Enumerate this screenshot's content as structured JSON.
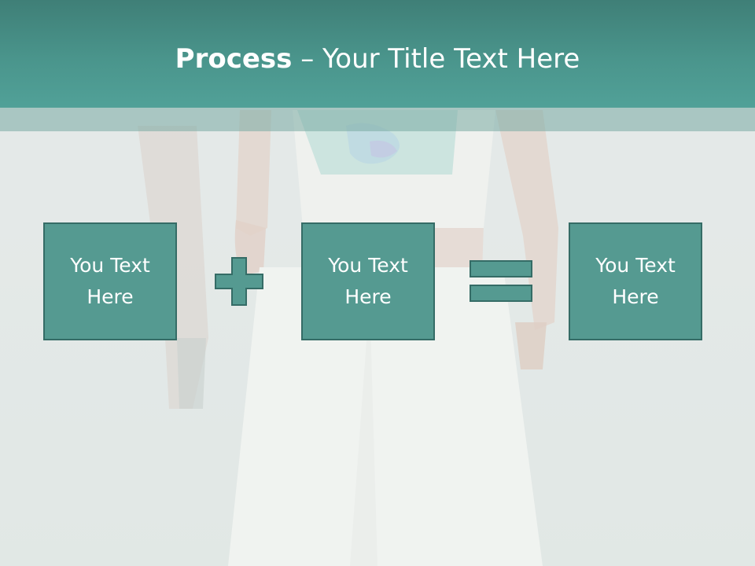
{
  "slide": {
    "title_bold": "Process",
    "title_separator": " – ",
    "title_rest": "Your Title Text Here"
  },
  "process": {
    "boxes": [
      {
        "text": "You Text Here"
      },
      {
        "text": "You Text Here"
      },
      {
        "text": "You Text Here"
      }
    ],
    "operators": [
      "plus-icon",
      "equals-icon"
    ]
  },
  "colors": {
    "header": "#4a958c",
    "box_fill": "#559a91",
    "box_border": "#356c66",
    "background": "#e3e8e7"
  }
}
